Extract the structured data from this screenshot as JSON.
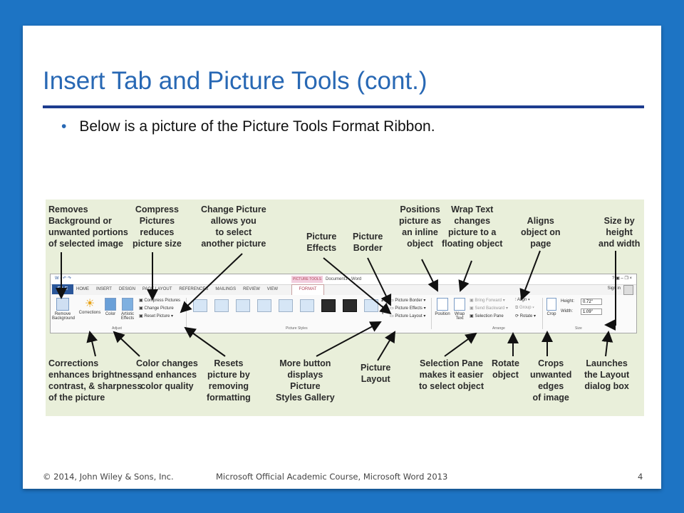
{
  "slide": {
    "title": "Insert Tab and Picture Tools (cont.)",
    "bullet": "Below is a picture of the Picture Tools Format Ribbon.",
    "bullet_marker": "•"
  },
  "footer": {
    "copyright": "© 2014, John Wiley & Sons, Inc.",
    "course": "Microsoft Official Academic Course, Microsoft Word 2013",
    "page_number": "4"
  },
  "colors": {
    "background": "#1d74c4",
    "title": "#2868b4",
    "rule": "#1d3c8f",
    "figure_bg": "#e9efda",
    "format_tab": "#b2465a"
  },
  "callouts_top": {
    "remove_background": "Removes\nBackground or\nunwanted portions\nof selected image",
    "compress": "Compress\nPictures\nreduces\npicture size",
    "change_picture": "Change Picture\nallows you\nto select\nanother picture",
    "picture_effects": "Picture\nEffects",
    "picture_border": "Picture\nBorder",
    "position": "Positions\npicture as\nan inline\nobject",
    "wrap_text": "Wrap Text\nchanges\npicture to a\nfloating object",
    "align": "Aligns\nobject on\npage",
    "size": "Size by\nheight\nand width"
  },
  "callouts_bottom": {
    "corrections": "Corrections\nenhances brightness,\ncontrast, & sharpness\nof the picture",
    "color": "Color changes\nand enhances\ncolor quality",
    "reset": "Resets\npicture by\nremoving\nformatting",
    "more_button": "More button\ndisplays\nPicture\nStyles Gallery",
    "picture_layout": "Picture\nLayout",
    "selection_pane": "Selection Pane\nmakes it easier\nto select object",
    "rotate": "Rotate\nobject",
    "crop": "Crops\nunwanted\nedges\nof image",
    "launcher": "Launches\nthe Layout\ndialog box"
  },
  "ribbon": {
    "file_tab": "FILE",
    "tabs": [
      "HOME",
      "INSERT",
      "DESIGN",
      "PAGE LAYOUT",
      "REFERENCES",
      "MAILINGS",
      "REVIEW",
      "VIEW"
    ],
    "contextual_label": "PICTURE TOOLS",
    "format_tab": "FORMAT",
    "document_title": "Document1 - Word",
    "window_controls": "?  ▣  –  ❐  ×",
    "sign_in": "Sign in",
    "remove_background": "Remove\nBackground",
    "corrections": "Corrections",
    "color": "Color",
    "artistic_effects": "Artistic\nEffects",
    "compress_pictures": "Compress Pictures",
    "change_picture": "Change Picture",
    "reset_picture": "Reset Picture",
    "adjust_group": "Adjust",
    "picture_styles_group": "Picture Styles",
    "picture_border": "Picture Border",
    "picture_effects": "Picture Effects",
    "picture_layout": "Picture Layout",
    "position": "Position",
    "wrap_text": "Wrap\nText",
    "bring_forward": "Bring Forward",
    "send_backward": "Send Backward",
    "selection_pane": "Selection Pane",
    "align": "Align",
    "group": "Group",
    "rotate": "Rotate",
    "arrange_group": "Arrange",
    "crop": "Crop",
    "height_label": "Height:",
    "height_value": "0.72\"",
    "width_label": "Width:",
    "width_value": "1.09\"",
    "size_group": "Size"
  }
}
